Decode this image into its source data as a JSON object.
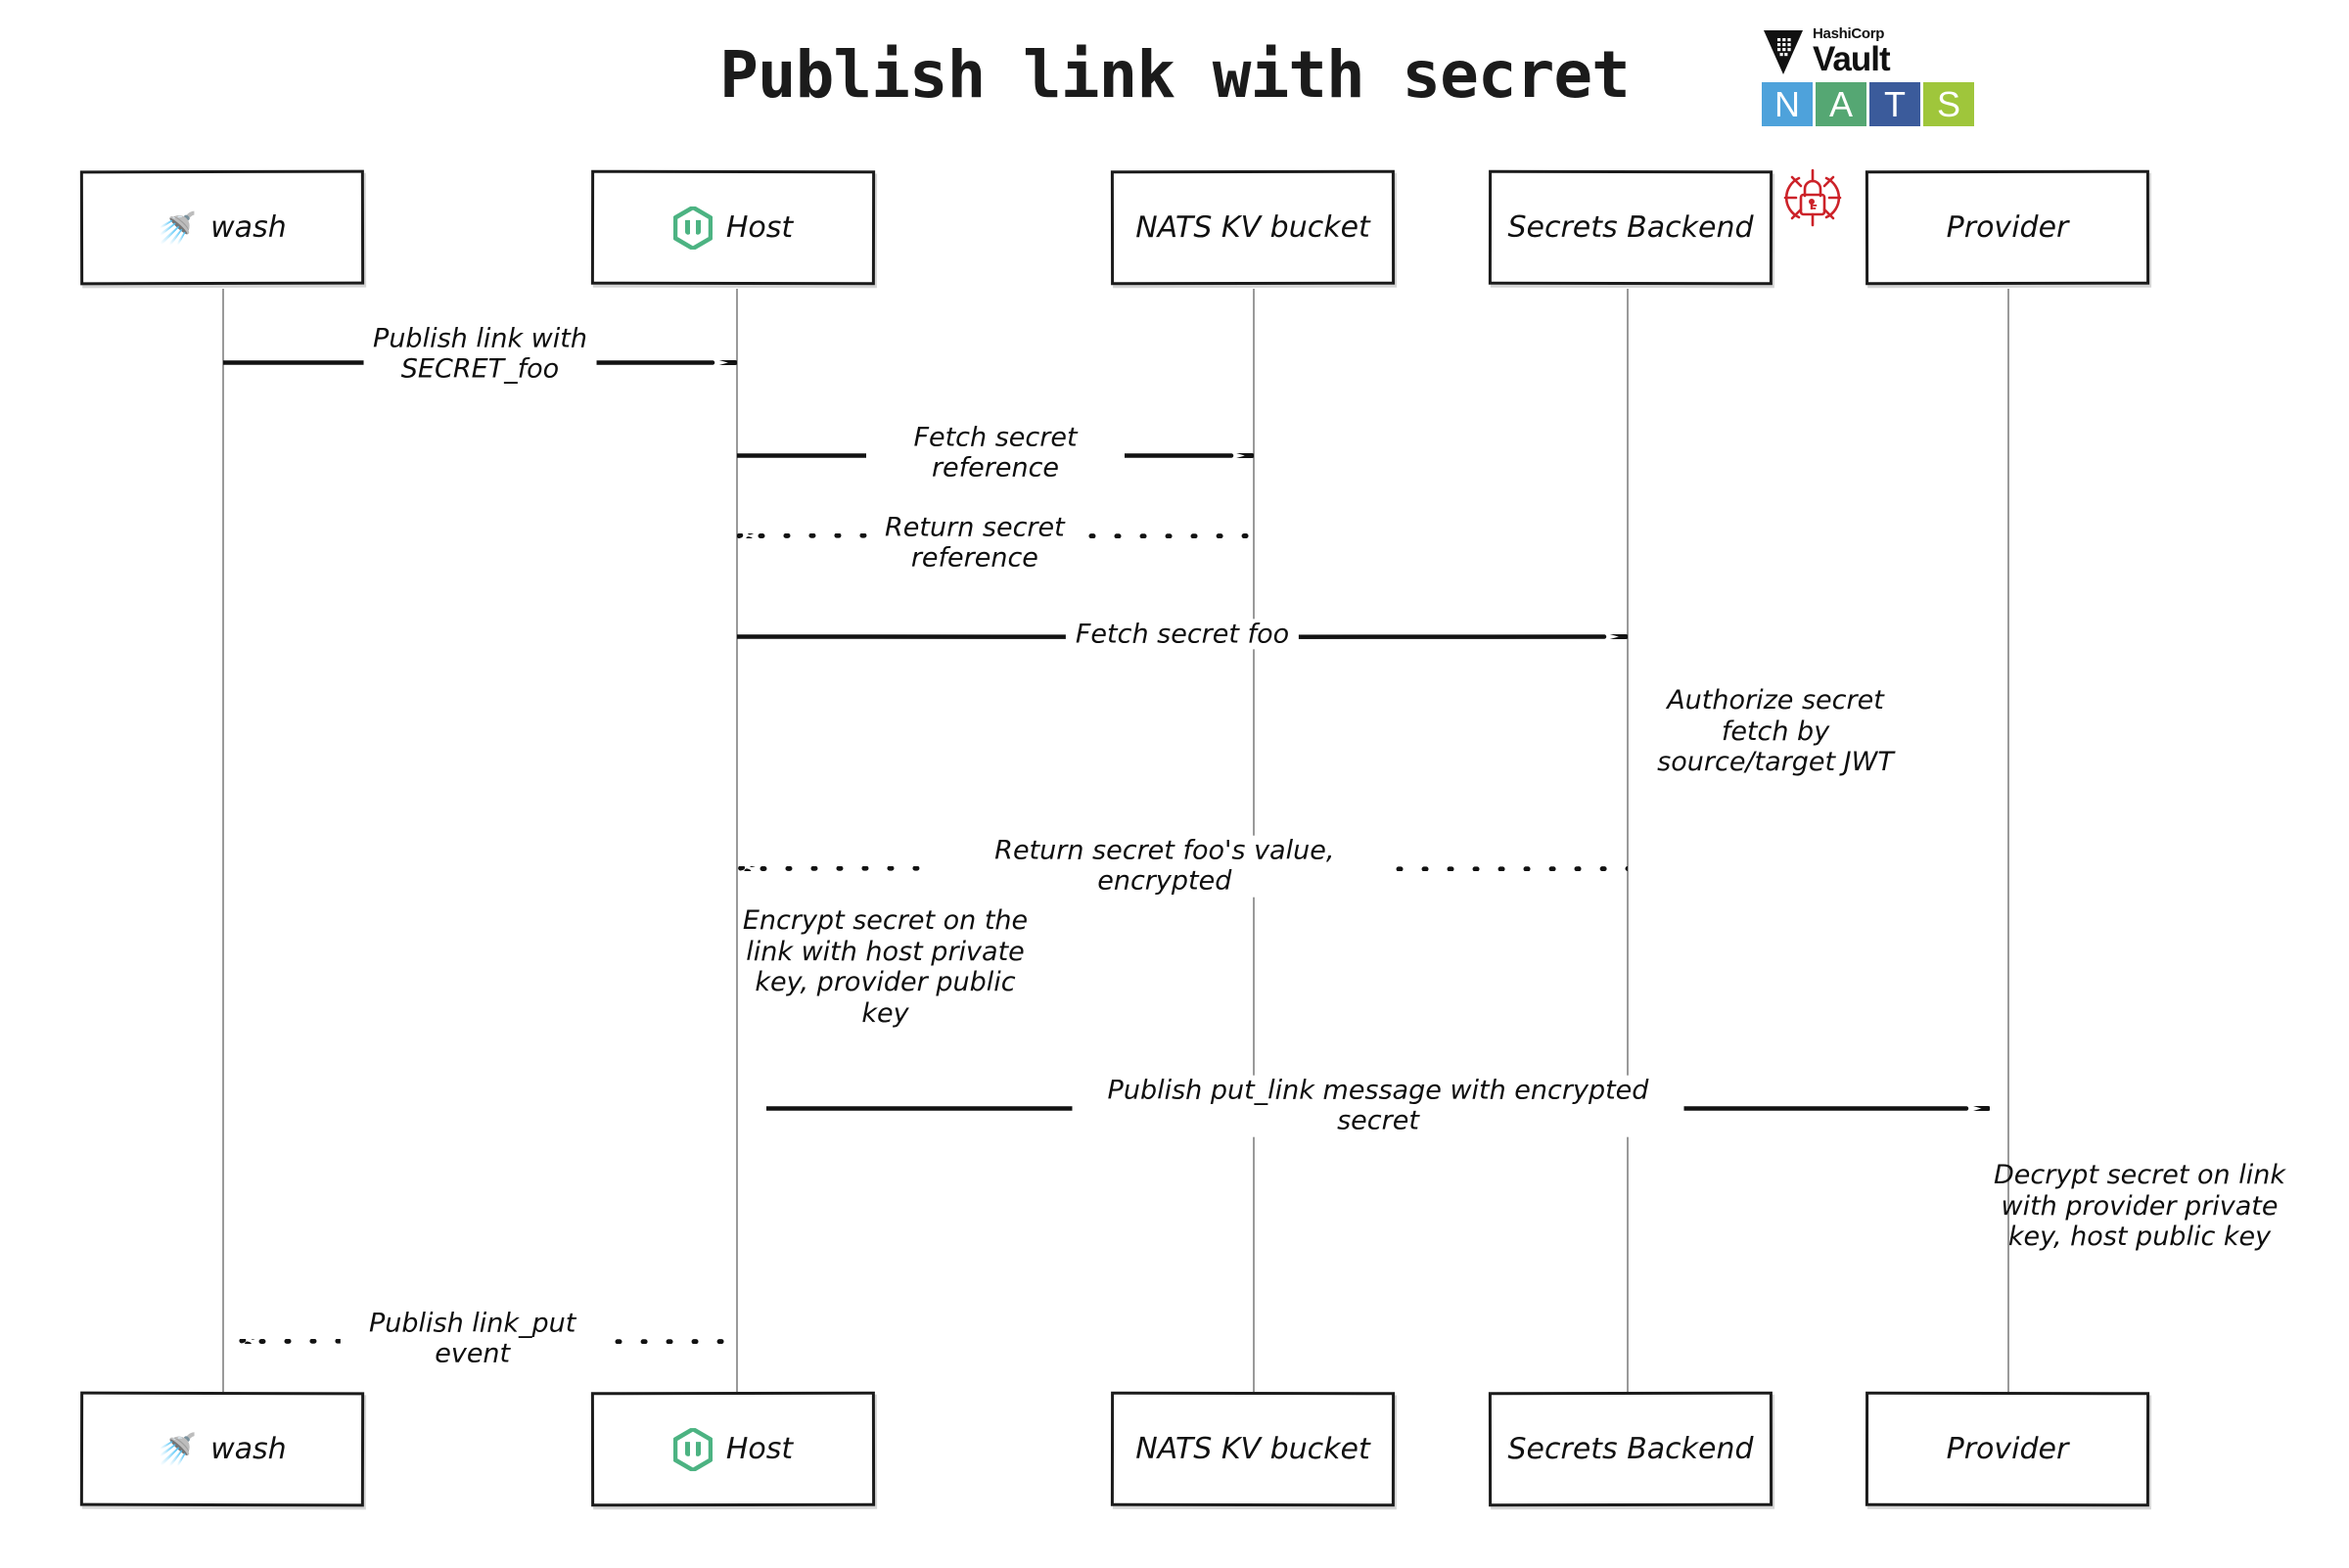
{
  "diagram": {
    "title": "Publish link with secret",
    "type": "sequence-diagram"
  },
  "logos": {
    "vault": {
      "vendor": "HashiCorp",
      "product": "Vault",
      "icon": "vault-funnel-icon"
    },
    "nats": {
      "letters": [
        "N",
        "A",
        "T",
        "S"
      ],
      "colors": [
        "#4EA2DB",
        "#55A773",
        "#3B5B9B",
        "#9FC63B"
      ]
    },
    "security": {
      "icon": "red-padlock-crosshair-icon",
      "color": "#CC2229"
    }
  },
  "participants": [
    {
      "id": "wash",
      "label": "wash",
      "icon": "shower-emoji",
      "glyph": "🚿"
    },
    {
      "id": "host",
      "label": "Host",
      "icon": "wasmcloud-hex-icon",
      "glyph": ""
    },
    {
      "id": "natskv",
      "label": "NATS KV bucket",
      "icon": "",
      "glyph": ""
    },
    {
      "id": "secrets",
      "label": "Secrets Backend",
      "icon": "",
      "glyph": ""
    },
    {
      "id": "provider",
      "label": "Provider",
      "icon": "",
      "glyph": ""
    }
  ],
  "messages": [
    {
      "id": "m1",
      "from": "wash",
      "to": "host",
      "label": "Publish link with\nSECRET_foo",
      "style": "solid",
      "direction": "right"
    },
    {
      "id": "m2",
      "from": "host",
      "to": "natskv",
      "label": "Fetch secret reference",
      "style": "solid",
      "direction": "right"
    },
    {
      "id": "m3",
      "from": "natskv",
      "to": "host",
      "label": "Return secret\nreference",
      "style": "dotted",
      "direction": "left"
    },
    {
      "id": "m4",
      "from": "host",
      "to": "secrets",
      "label": "Fetch secret foo",
      "style": "solid",
      "direction": "right"
    },
    {
      "id": "m5",
      "from": "secrets",
      "to": "host",
      "label": "Return secret foo's value, encrypted",
      "style": "dotted",
      "direction": "left"
    },
    {
      "id": "m6",
      "from": "host",
      "to": "provider",
      "label": "Publish put_link message with encrypted secret",
      "style": "solid",
      "direction": "right"
    },
    {
      "id": "m7",
      "from": "host",
      "to": "wash",
      "label": "Publish link_put event",
      "style": "dotted",
      "direction": "left"
    }
  ],
  "notes": [
    {
      "id": "n1",
      "anchor": "secrets",
      "text": "Authorize secret\nfetch by\nsource/target JWT"
    },
    {
      "id": "n2",
      "anchor": "host",
      "text": "Encrypt secret on the\nlink with host private\nkey, provider public\nkey"
    },
    {
      "id": "n3",
      "anchor": "provider",
      "text": "Decrypt secret on link\nwith provider private\nkey, host public key"
    }
  ],
  "colors": {
    "stroke": "#1b1b1b",
    "lifeline": "#9a9a9a",
    "wasmcloud_green": "#4CB382",
    "security_red": "#CC2229",
    "background": "#ffffff"
  }
}
